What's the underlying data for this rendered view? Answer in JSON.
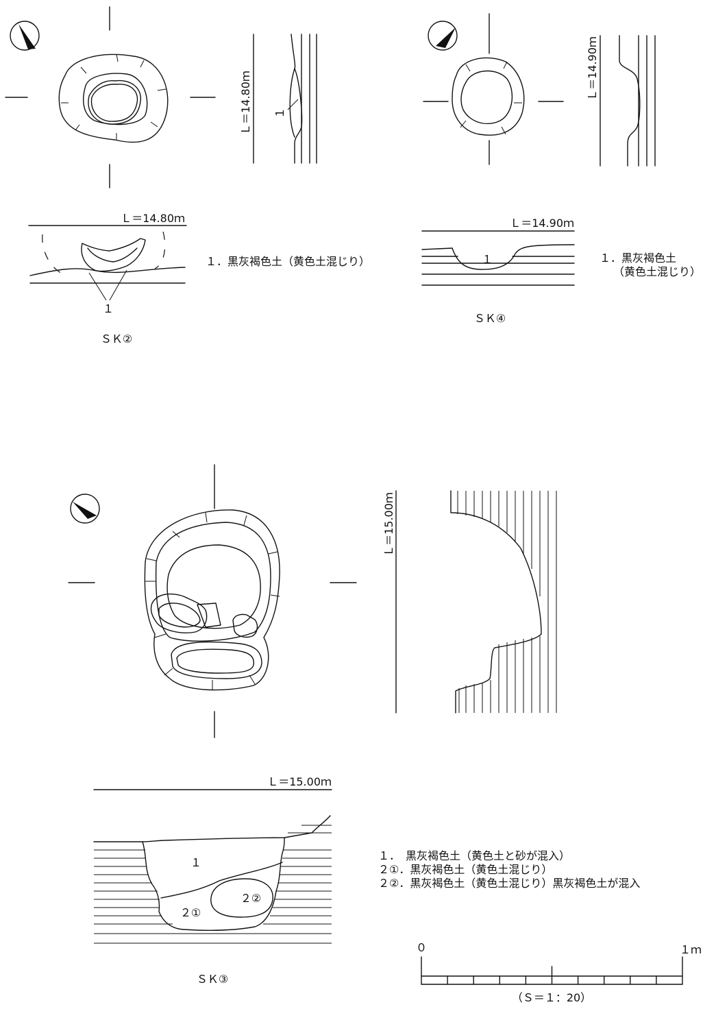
{
  "sk2": {
    "name": "ＳＫ②",
    "level_plan": "Ｌ＝14.80ｍ",
    "level_section": "Ｌ＝14.80ｍ",
    "layer_marker_plan": "１",
    "layer_marker_section": "１",
    "legend": [
      "１．黒灰褐色土（黄色土混じり）"
    ]
  },
  "sk4": {
    "name": "ＳＫ④",
    "level_plan": "Ｌ＝14.90ｍ",
    "level_section": "Ｌ＝14.90ｍ",
    "layer_marker_section": "１",
    "legend": [
      "１．黒灰褐色土",
      "（黄色土混じり）"
    ]
  },
  "sk3": {
    "name": "ＳＫ③",
    "level_plan": "Ｌ＝15.00ｍ",
    "level_section": "Ｌ＝15.00ｍ",
    "layer_markers": [
      "１",
      "２①",
      "２②"
    ],
    "legend": [
      "１．　黒灰褐色土（黄色土と砂が混入）",
      "２①．黒灰褐色土（黄色土混じり）",
      "２②．黒灰褐色土（黄色土混じり）黒灰褐色土が混入"
    ]
  },
  "scale": {
    "start": "０",
    "end": "１ｍ",
    "ratio": "（Ｓ＝１：20）",
    "divisions": 10
  },
  "icons": [
    "north-arrow-icon"
  ],
  "colors": {
    "ink": "#111111",
    "paper": "#ffffff"
  }
}
